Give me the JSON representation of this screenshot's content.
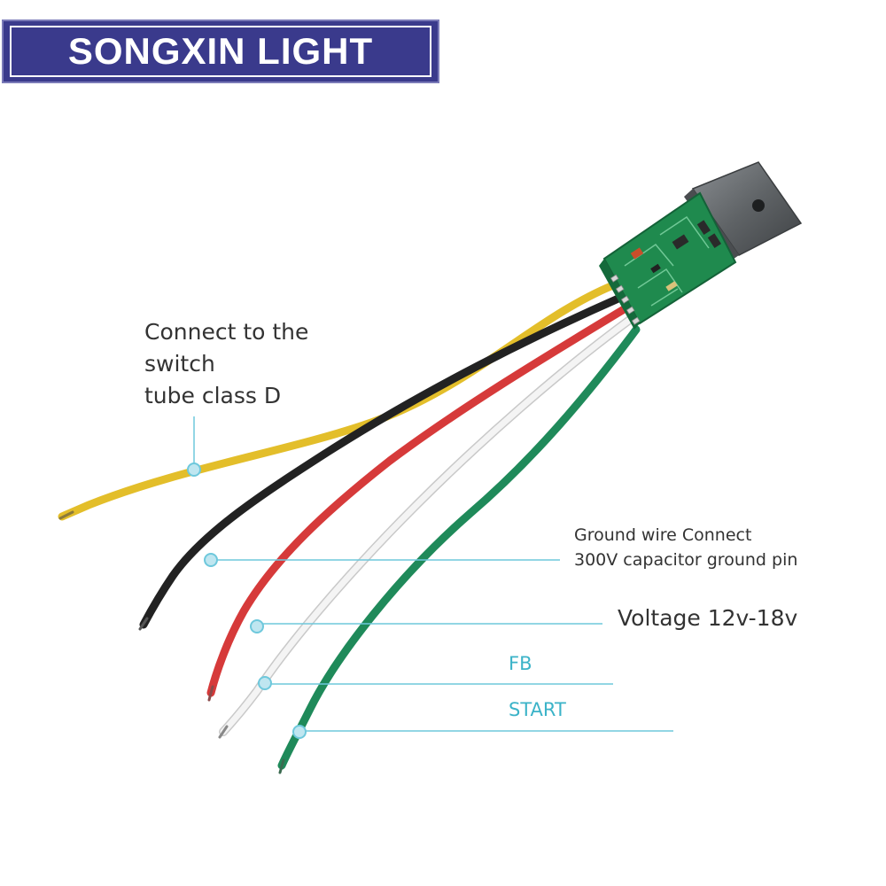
{
  "brand": {
    "text": "SONGXIN LIGHT",
    "bg_color": "#3a3a8c"
  },
  "labels": {
    "switch_line1": "Connect to the",
    "switch_line2": "switch",
    "switch_line3": "tube class D",
    "ground_line1": "Ground wire Connect",
    "ground_line2": "300V capacitor ground pin",
    "voltage": "Voltage 12v-18v",
    "fb": "FB",
    "start": "START"
  },
  "colors": {
    "wire_yellow": "#e3be2a",
    "wire_black": "#222222",
    "wire_red": "#d63a3a",
    "wire_white": "#e9e9e9",
    "wire_green": "#1f8a5a",
    "callout": "#6ec8dc",
    "pcb": "#1f8a4e",
    "heatsink": "#666a6d"
  }
}
